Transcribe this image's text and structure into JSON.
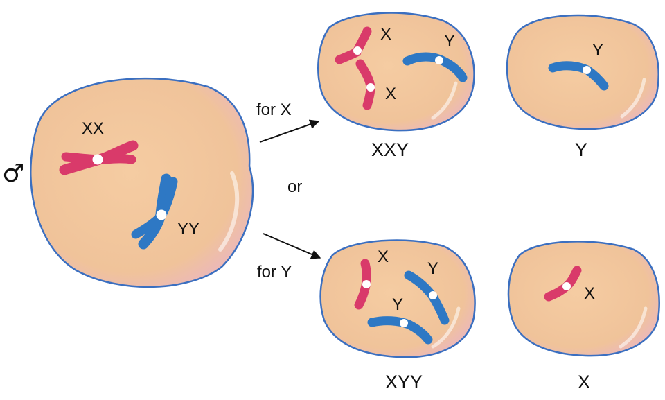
{
  "colors": {
    "cell_fill": "#f3c99e",
    "cell_stroke": "#3b6fc0",
    "cell_rim": "#e8b8c8",
    "x_chromosome": "#d93a6a",
    "y_chromosome": "#2e78c4",
    "centromere": "#ffffff",
    "text": "#111111"
  },
  "parent_cell": {
    "sex_symbol": "♂",
    "x_pair_label": "XX",
    "y_pair_label": "YY"
  },
  "arrows": {
    "top_label": "for X",
    "middle_label": "or",
    "bottom_label": "for Y"
  },
  "gametes": {
    "top_left": {
      "caption": "XXY",
      "chromosome_labels": [
        "X",
        "X",
        "Y"
      ]
    },
    "top_right": {
      "caption": "Y",
      "chromosome_labels": [
        "Y"
      ]
    },
    "bottom_left": {
      "caption": "XYY",
      "chromosome_labels": [
        "X",
        "Y",
        "Y"
      ]
    },
    "bottom_right": {
      "caption": "X",
      "chromosome_labels": [
        "X"
      ]
    }
  }
}
